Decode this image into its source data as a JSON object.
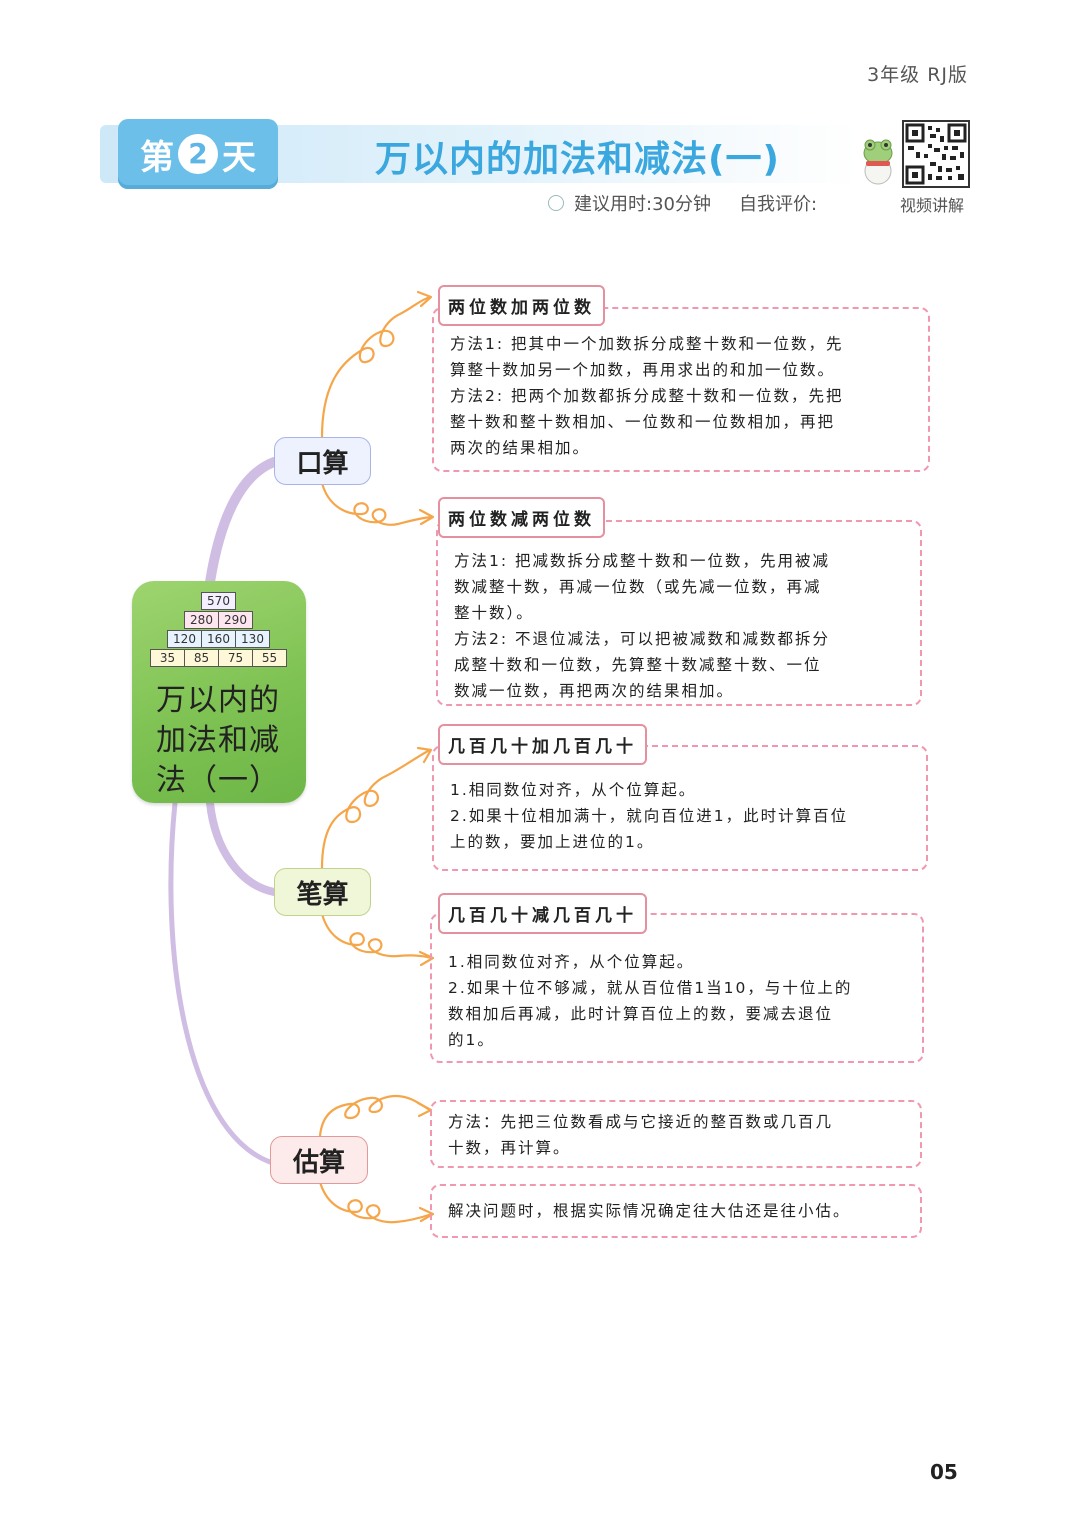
{
  "header": {
    "grade": "3年级 RJ版",
    "day_prefix": "第",
    "day_number": "2",
    "day_suffix": "天",
    "title": "万以内的加法和减法(一)",
    "suggested_time": "建议用时:30分钟",
    "self_eval": "自我评价:",
    "video_label": "视频讲解"
  },
  "center": {
    "title": "万以内的加法和减法（一）",
    "pyramid": [
      [
        "570"
      ],
      [
        "280",
        "290"
      ],
      [
        "120",
        "160",
        "130"
      ],
      [
        "35",
        "85",
        "75",
        "55"
      ]
    ]
  },
  "branches": {
    "kousuan": {
      "label": "口算",
      "items": [
        {
          "title": "两位数加两位数",
          "lines": [
            "方法1: 把其中一个加数拆分成整十数和一位数，先",
            "算整十数加另一个加数，再用求出的和加一位数。",
            "方法2: 把两个加数都拆分成整十数和一位数，先把",
            "整十数和整十数相加、一位数和一位数相加，再把",
            "两次的结果相加。"
          ]
        },
        {
          "title": "两位数减两位数",
          "lines": [
            "方法1: 把减数拆分成整十数和一位数，先用被减",
            "数减整十数，再减一位数（或先减一位数，再减",
            "整十数）。",
            "方法2: 不退位减法，可以把被减数和减数都拆分",
            "成整十数和一位数，先算整十数减整十数、一位",
            "数减一位数，再把两次的结果相加。"
          ]
        }
      ]
    },
    "bisuan": {
      "label": "笔算",
      "items": [
        {
          "title": "几百几十加几百几十",
          "lines": [
            "1.相同数位对齐，从个位算起。",
            "2.如果十位相加满十，就向百位进1，此时计算百位",
            "上的数，要加上进位的1。"
          ]
        },
        {
          "title": "几百几十减几百几十",
          "lines": [
            "1.相同数位对齐，从个位算起。",
            "2.如果十位不够减，就从百位借1当10，与十位上的",
            "数相加后再减，此时计算百位上的数，要减去退位",
            "的1。"
          ]
        }
      ]
    },
    "gusuan": {
      "label": "估算",
      "items": [
        {
          "lines": [
            "方法：先把三位数看成与它接近的整百数或几百几",
            "十数，再计算。"
          ]
        },
        {
          "lines": [
            "解决问题时，根据实际情况确定往大估还是往小估。"
          ]
        }
      ]
    }
  },
  "page_number": "05"
}
